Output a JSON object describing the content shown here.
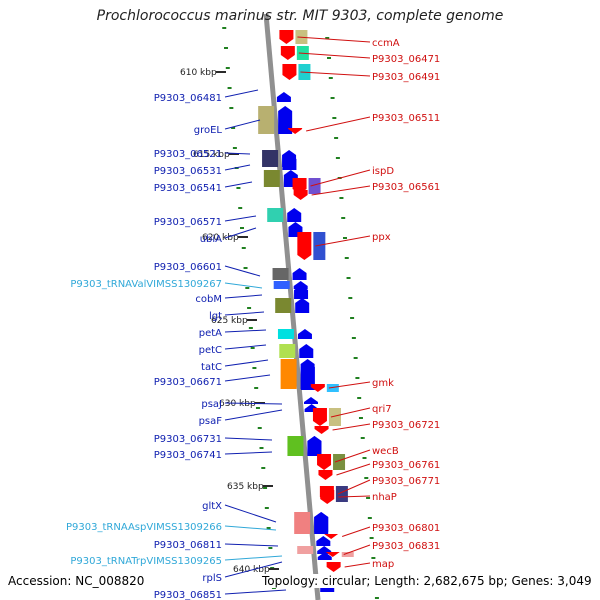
{
  "title": "Prochlorococcus marinus str. MIT 9303, complete genome",
  "footer": {
    "accession": "Accession: NC_008820",
    "topology": "Topology: circular; Length: 2,682,675 bp; Genes: 3,049"
  },
  "colors": {
    "forward_label": "#1020b0",
    "trna_label": "#30a8d8",
    "reverse_label": "#d01010",
    "backbone": "#909090",
    "tick": "#208020"
  },
  "kbp_markers": [
    "610 kbp",
    "615 kbp",
    "620 kbp",
    "625 kbp",
    "630 kbp",
    "635 kbp",
    "640 kbp"
  ],
  "forward_genes": [
    {
      "label": "P9303_06481",
      "kind": "cds"
    },
    {
      "label": "groEL",
      "kind": "cds"
    },
    {
      "label": "P9303_06521",
      "kind": "cds"
    },
    {
      "label": "P9303_06531",
      "kind": "cds"
    },
    {
      "label": "P9303_06541",
      "kind": "cds"
    },
    {
      "label": "P9303_06571",
      "kind": "cds"
    },
    {
      "label": "ubiA",
      "kind": "cds"
    },
    {
      "label": "P9303_06601",
      "kind": "cds"
    },
    {
      "label": "P9303_tRNAValVIMSS1309267",
      "kind": "trna"
    },
    {
      "label": "cobM",
      "kind": "cds"
    },
    {
      "label": "lgt",
      "kind": "cds"
    },
    {
      "label": "petA",
      "kind": "cds"
    },
    {
      "label": "petC",
      "kind": "cds"
    },
    {
      "label": "tatC",
      "kind": "cds"
    },
    {
      "label": "P9303_06671",
      "kind": "cds"
    },
    {
      "label": "psaJ",
      "kind": "cds"
    },
    {
      "label": "psaF",
      "kind": "cds"
    },
    {
      "label": "P9303_06731",
      "kind": "cds"
    },
    {
      "label": "P9303_06741",
      "kind": "cds"
    },
    {
      "label": "gltX",
      "kind": "cds"
    },
    {
      "label": "P9303_tRNAAspVIMSS1309266",
      "kind": "trna"
    },
    {
      "label": "P9303_06811",
      "kind": "cds"
    },
    {
      "label": "P9303_tRNATrpVIMSS1309265",
      "kind": "trna"
    },
    {
      "label": "rplS",
      "kind": "cds"
    },
    {
      "label": "P9303_06851",
      "kind": "cds"
    }
  ],
  "reverse_genes": [
    {
      "label": "ccmA"
    },
    {
      "label": "P9303_06471"
    },
    {
      "label": "P9303_06491"
    },
    {
      "label": "P9303_06511"
    },
    {
      "label": "ispD"
    },
    {
      "label": "P9303_06561"
    },
    {
      "label": "ppx"
    },
    {
      "label": "gmk"
    },
    {
      "label": "qri7"
    },
    {
      "label": "P9303_06721"
    },
    {
      "label": "wecB"
    },
    {
      "label": "P9303_06761"
    },
    {
      "label": "P9303_06771"
    },
    {
      "label": "nhaP"
    },
    {
      "label": "P9303_06801"
    },
    {
      "label": "P9303_06831"
    },
    {
      "label": "map"
    }
  ]
}
